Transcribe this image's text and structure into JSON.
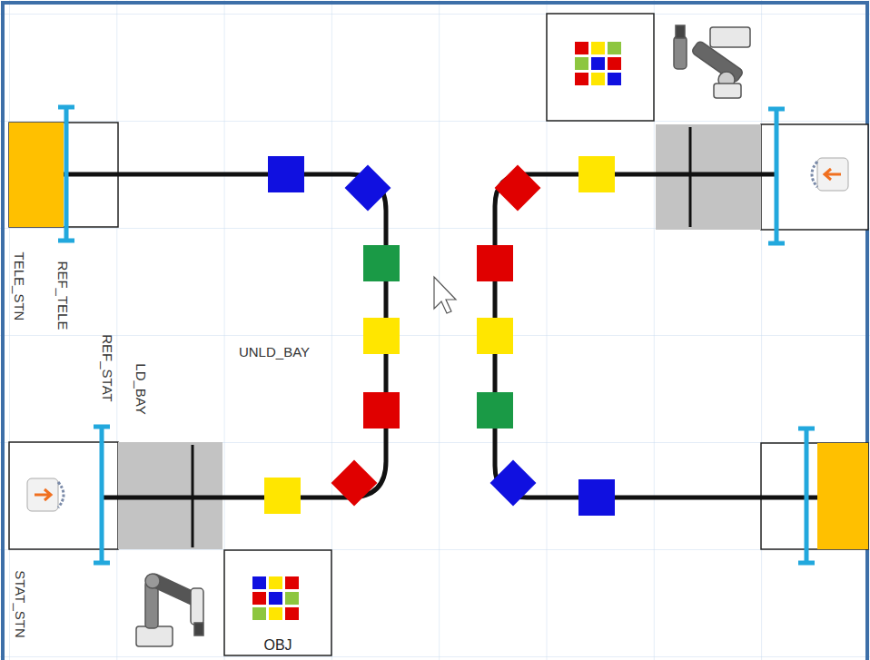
{
  "diagram": {
    "nodes": [
      {
        "text": [
          "OBJ"
        ]
      }
    ],
    "labels": [
      "TELE_STN",
      "REF_TELE",
      "REF_STAT",
      "LD_BAY",
      "STAT_STN",
      "UNLD_BAY"
    ]
  }
}
